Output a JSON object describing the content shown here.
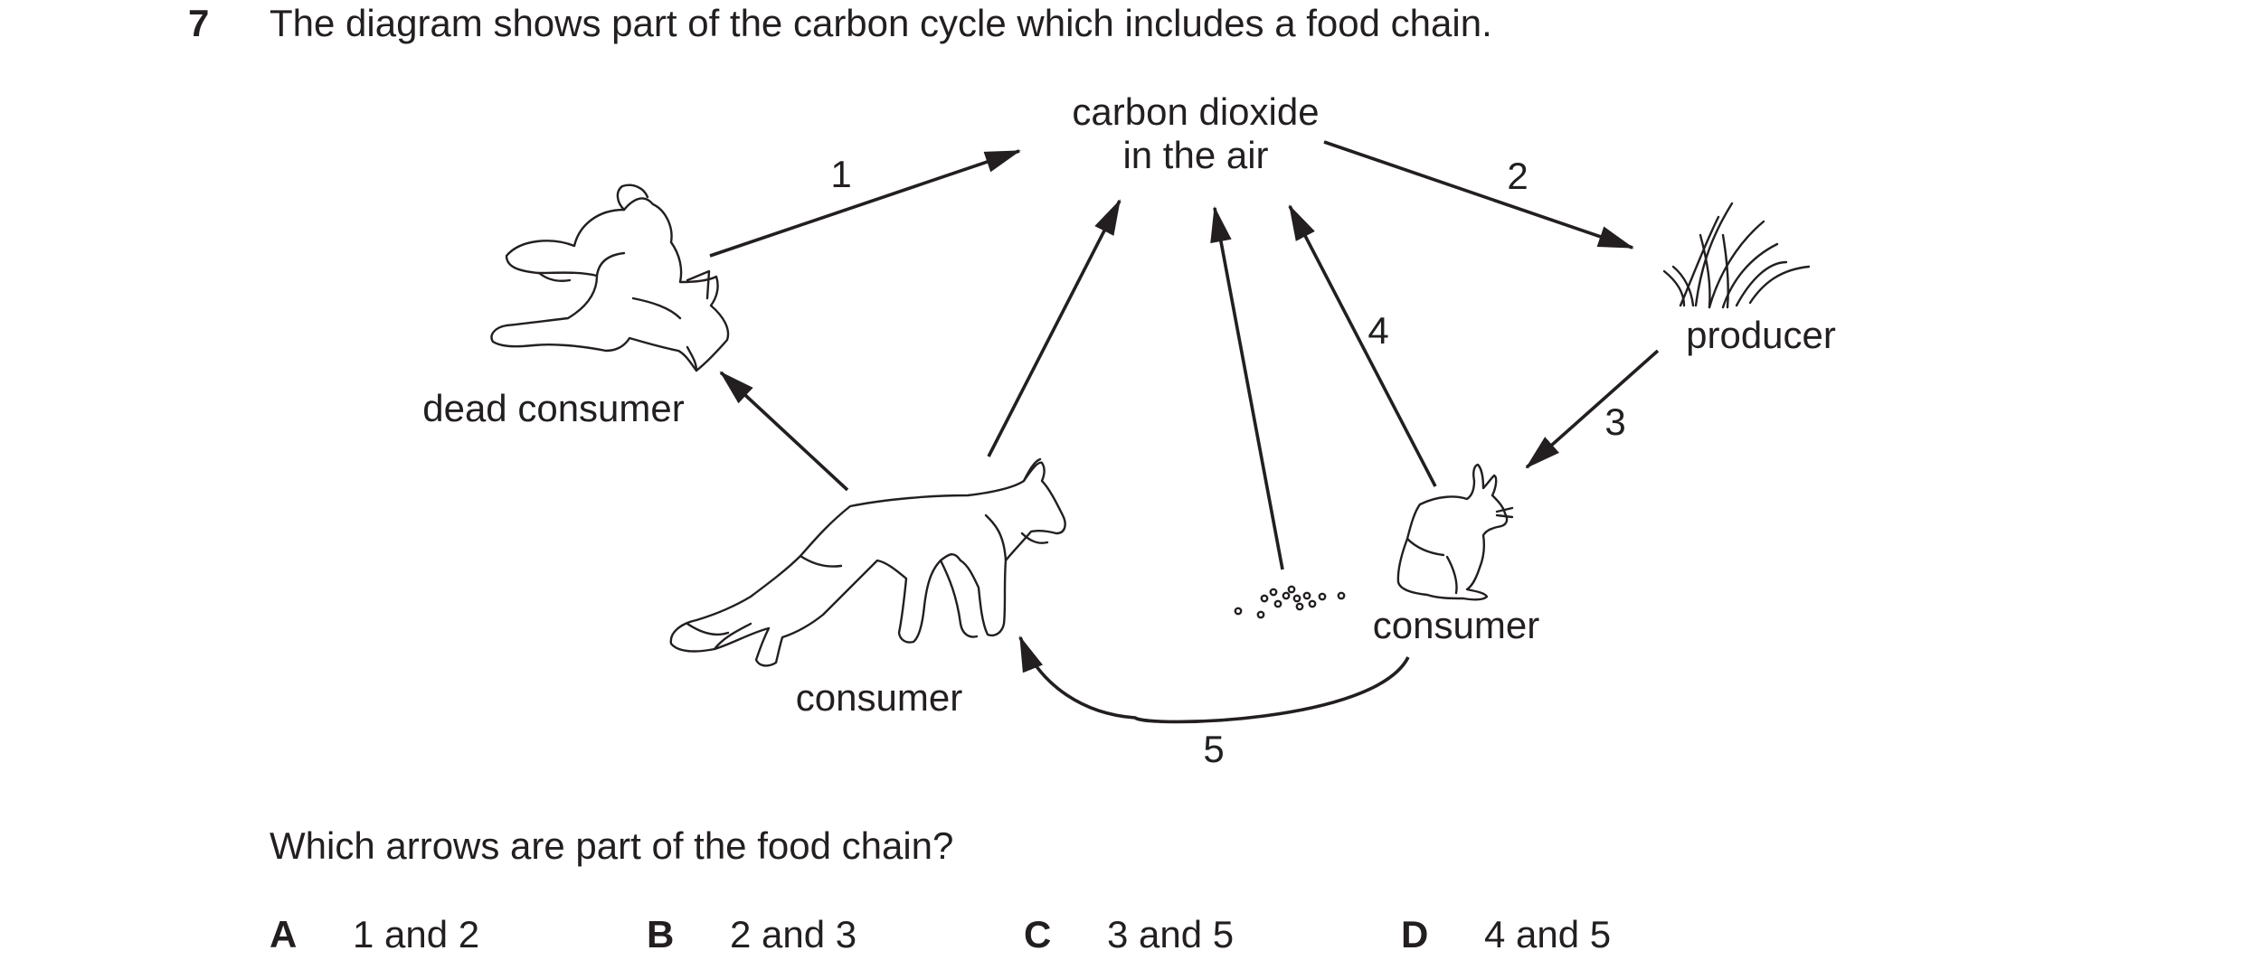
{
  "question": {
    "number": "7",
    "stem": "The diagram shows part of the carbon cycle which includes a food chain.",
    "prompt": "Which arrows are part of the food chain?"
  },
  "diagram": {
    "labels": {
      "co2_line1": "carbon dioxide",
      "co2_line2": "in the air",
      "producer": "producer",
      "dead_consumer": "dead consumer",
      "consumer_fox": "consumer",
      "consumer_rabbit": "consumer"
    },
    "arrow_numbers": {
      "a1": "1",
      "a2": "2",
      "a3": "3",
      "a4": "4",
      "a5": "5"
    }
  },
  "options": [
    {
      "letter": "A",
      "text": "1 and 2"
    },
    {
      "letter": "B",
      "text": "2 and 3"
    },
    {
      "letter": "C",
      "text": "3 and 5"
    },
    {
      "letter": "D",
      "text": "4 and 5"
    }
  ]
}
